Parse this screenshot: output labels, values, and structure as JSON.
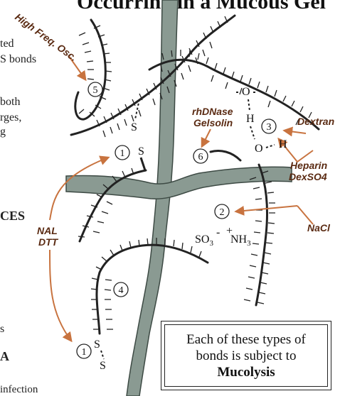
{
  "title": "Occurring in a Mucous Gel",
  "left_fragments": [
    "ted",
    "S bonds",
    "both",
    "rges,",
    "g",
    "CES",
    "s",
    "A",
    "infection"
  ],
  "agents": {
    "high_freq": "High Freq. Osc.",
    "rhdnase_1": "rhDNase",
    "rhdnase_2": "Gelsolin",
    "dextran": "Dextran",
    "heparin_1": "Heparin",
    "heparin_2": "DexSO4",
    "nacl": "NaCl",
    "nal_1": "NAL",
    "nal_2": "DTT"
  },
  "markers": [
    "1",
    "1",
    "2",
    "3",
    "4",
    "5",
    "6"
  ],
  "chem_labels": {
    "s": "S",
    "o": "O",
    "h": "H",
    "so3": "SO",
    "so3_sub": "3",
    "minus": "-",
    "plus": "+",
    "nh3": "NH",
    "nh3_sub": "3"
  },
  "note": {
    "line1": "Each of these types of",
    "line2": "bonds is subject to",
    "line3": "Mucolysis"
  },
  "colors": {
    "arrow": "#c8733f",
    "agent_text": "#5a2a12",
    "band_fill": "#8a9a92",
    "strand": "#222222"
  }
}
